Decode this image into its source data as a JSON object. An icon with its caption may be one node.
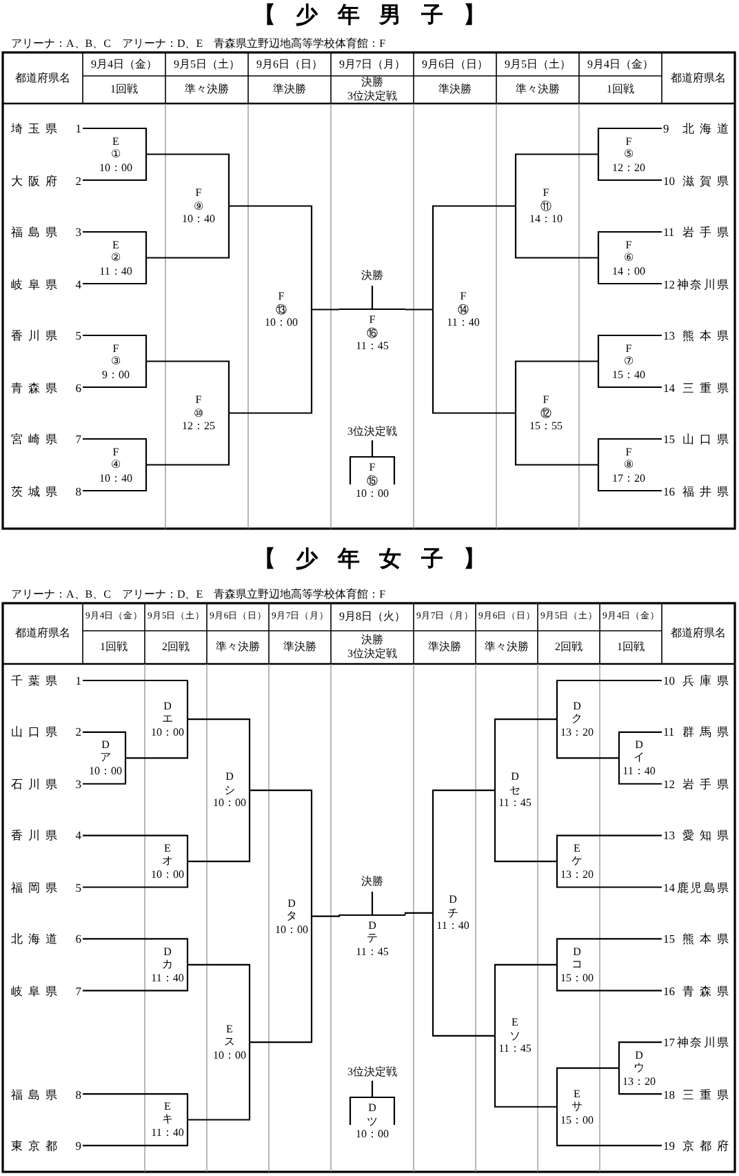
{
  "diagram": {
    "nodes": [
      {
        "text": [
          "埼玉県"
        ],
        "beside": [
          "1"
        ]
      },
      {
        "text": [
          "大阪府"
        ],
        "beside": [
          "2"
        ]
      },
      {
        "text": [
          "福島県"
        ],
        "beside": [
          "3"
        ]
      },
      {
        "text": [
          "岐阜県"
        ],
        "beside": [
          "4"
        ]
      },
      {
        "text": [
          "香川県"
        ],
        "beside": [
          "5"
        ]
      },
      {
        "text": [
          "青森県"
        ],
        "beside": [
          "6"
        ]
      },
      {
        "text": [
          "宮崎県"
        ],
        "beside": [
          "7"
        ]
      },
      {
        "text": [
          "茨城県"
        ],
        "beside": [
          "8"
        ]
      },
      {
        "text": [
          "北海道"
        ],
        "beside": [
          "9"
        ]
      },
      {
        "text": [
          "滋賀県"
        ],
        "beside": [
          "10"
        ]
      },
      {
        "text": [
          "岩手県"
        ],
        "beside": [
          "11"
        ]
      },
      {
        "text": [
          "神奈川県"
        ],
        "beside": [
          "12"
        ]
      },
      {
        "text": [
          "熊本県"
        ],
        "beside": [
          "13"
        ]
      },
      {
        "text": [
          "三重県"
        ],
        "beside": [
          "14"
        ]
      },
      {
        "text": [
          "山口県"
        ],
        "beside": [
          "15"
        ]
      },
      {
        "text": [
          "福井県"
        ],
        "beside": [
          "16"
        ]
      },
      {
        "text": [
          "E",
          "①",
          "10：00"
        ]
      },
      {
        "text": [
          "E",
          "②",
          "11：40"
        ]
      },
      {
        "text": [
          "F",
          "③",
          "9：00"
        ]
      },
      {
        "text": [
          "F",
          "④",
          "10：40"
        ]
      },
      {
        "text": [
          "F",
          "⑤",
          "12：20"
        ]
      },
      {
        "text": [
          "F",
          "⑥",
          "14：00"
        ]
      },
      {
        "text": [
          "F",
          "⑦",
          "15：40"
        ]
      },
      {
        "text": [
          "F",
          "⑧",
          "17：20"
        ]
      },
      {
        "text": [
          "F",
          "⑨",
          "10：40"
        ]
      },
      {
        "text": [
          "F",
          "⑩",
          "12：25"
        ]
      },
      {
        "text": [
          "F",
          "⑪",
          "14：10"
        ]
      },
      {
        "text": [
          "F",
          "⑫",
          "15：55"
        ]
      },
      {
        "text": [
          "F",
          "⑬",
          "10：00"
        ]
      },
      {
        "text": [
          "F",
          "⑭",
          "11：40"
        ]
      },
      {
        "text": [
          "決勝",
          "F",
          "⑯",
          "11：45"
        ]
      },
      {
        "text": [
          "3位決定戦",
          "F",
          "⑮",
          "10：00"
        ]
      },
      {
        "text": [
          "千葉県"
        ],
        "beside": [
          "1"
        ]
      },
      {
        "text": [
          "山口県"
        ],
        "beside": [
          "2"
        ]
      },
      {
        "text": [
          "石川県"
        ],
        "beside": [
          "3"
        ]
      },
      {
        "text": [
          "香川県"
        ],
        "beside": [
          "4"
        ]
      },
      {
        "text": [
          "福岡県"
        ],
        "beside": [
          "5"
        ]
      },
      {
        "text": [
          "北海道"
        ],
        "beside": [
          "6"
        ]
      },
      {
        "text": [
          "岐阜県"
        ],
        "beside": [
          "7"
        ]
      },
      {
        "text": [
          "福島県"
        ],
        "beside": [
          "8"
        ]
      },
      {
        "text": [
          "東京都"
        ],
        "beside": [
          "9"
        ]
      },
      {
        "text": [
          "兵庫県"
        ],
        "beside": [
          "10"
        ]
      },
      {
        "text": [
          "群馬県"
        ],
        "beside": [
          "11"
        ]
      },
      {
        "text": [
          "岩手県"
        ],
        "beside": [
          "12"
        ]
      },
      {
        "text": [
          "愛知県"
        ],
        "beside": [
          "13"
        ]
      },
      {
        "text": [
          "鹿児島県"
        ],
        "beside": [
          "14"
        ]
      },
      {
        "text": [
          "熊本県"
        ],
        "beside": [
          "15"
        ]
      },
      {
        "text": [
          "青森県"
        ],
        "beside": [
          "16"
        ]
      },
      {
        "text": [
          "神奈川県"
        ],
        "beside": [
          "17"
        ]
      },
      {
        "text": [
          "三重県"
        ],
        "beside": [
          "18"
        ]
      },
      {
        "text": [
          "京都府"
        ],
        "beside": [
          "19"
        ]
      },
      {
        "text": [
          "D",
          "ア",
          "10：00"
        ]
      },
      {
        "text": [
          "D",
          "イ",
          "11：40"
        ]
      },
      {
        "text": [
          "D",
          "ウ",
          "13：20"
        ]
      },
      {
        "text": [
          "D",
          "エ",
          "10：00"
        ]
      },
      {
        "text": [
          "E",
          "オ",
          "10：00"
        ]
      },
      {
        "text": [
          "D",
          "カ",
          "11：40"
        ]
      },
      {
        "text": [
          "E",
          "キ",
          "11：40"
        ]
      },
      {
        "text": [
          "D",
          "ク",
          "13：20"
        ]
      },
      {
        "text": [
          "E",
          "ケ",
          "13：20"
        ]
      },
      {
        "text": [
          "D",
          "コ",
          "15：00"
        ]
      },
      {
        "text": [
          "E",
          "サ",
          "15：00"
        ]
      },
      {
        "text": [
          "D",
          "シ",
          "10：00"
        ]
      },
      {
        "text": [
          "E",
          "ス",
          "10：00"
        ]
      },
      {
        "text": [
          "D",
          "セ",
          "11：45"
        ]
      },
      {
        "text": [
          "E",
          "ソ",
          "11：45"
        ]
      },
      {
        "text": [
          "D",
          "タ",
          "10：00"
        ]
      },
      {
        "text": [
          "D",
          "チ",
          "11：40"
        ]
      },
      {
        "text": [
          "決勝",
          "D",
          "テ",
          "11：45"
        ]
      },
      {
        "text": [
          "3位決定戦",
          "D",
          "ツ",
          "10：00"
        ]
      }
    ],
    "edges": [
      {
        "from": 0,
        "to": 16,
        "arrow": "none"
      },
      {
        "from": 1,
        "to": 16,
        "arrow": "none"
      },
      {
        "from": 2,
        "to": 17,
        "arrow": "none"
      },
      {
        "from": 3,
        "to": 17,
        "arrow": "none"
      },
      {
        "from": 4,
        "to": 18,
        "arrow": "none"
      },
      {
        "from": 5,
        "to": 18,
        "arrow": "none"
      },
      {
        "from": 6,
        "to": 19,
        "arrow": "none"
      },
      {
        "from": 7,
        "to": 19,
        "arrow": "none"
      },
      {
        "from": 8,
        "to": 20,
        "arrow": "none"
      },
      {
        "from": 9,
        "to": 20,
        "arrow": "none"
      },
      {
        "from": 10,
        "to": 21,
        "arrow": "none"
      },
      {
        "from": 11,
        "to": 21,
        "arrow": "none"
      },
      {
        "from": 12,
        "to": 22,
        "arrow": "none"
      },
      {
        "from": 13,
        "to": 22,
        "arrow": "none"
      },
      {
        "from": 14,
        "to": 23,
        "arrow": "none"
      },
      {
        "from": 15,
        "to": 23,
        "arrow": "none"
      },
      {
        "from": 16,
        "to": 24,
        "arrow": "none"
      },
      {
        "from": 17,
        "to": 24,
        "arrow": "none"
      },
      {
        "from": 18,
        "to": 25,
        "arrow": "none"
      },
      {
        "from": 19,
        "to": 25,
        "arrow": "none"
      },
      {
        "from": 20,
        "to": 26,
        "arrow": "none"
      },
      {
        "from": 21,
        "to": 26,
        "arrow": "none"
      },
      {
        "from": 22,
        "to": 27,
        "arrow": "none"
      },
      {
        "from": 23,
        "to": 27,
        "arrow": "none"
      },
      {
        "from": 24,
        "to": 28,
        "arrow": "none"
      },
      {
        "from": 25,
        "to": 28,
        "arrow": "none"
      },
      {
        "from": 26,
        "to": 29,
        "arrow": "none"
      },
      {
        "from": 27,
        "to": 29,
        "arrow": "none"
      },
      {
        "from": 28,
        "to": 30,
        "arrow": "none"
      },
      {
        "from": 29,
        "to": 30,
        "arrow": "none"
      },
      {
        "from": 33,
        "to": 51,
        "arrow": "none"
      },
      {
        "from": 34,
        "to": 51,
        "arrow": "none"
      },
      {
        "from": 42,
        "to": 52,
        "arrow": "none"
      },
      {
        "from": 43,
        "to": 52,
        "arrow": "none"
      },
      {
        "from": 48,
        "to": 53,
        "arrow": "none"
      },
      {
        "from": 49,
        "to": 53,
        "arrow": "none"
      },
      {
        "from": 32,
        "to": 54,
        "arrow": "none"
      },
      {
        "from": 51,
        "to": 54,
        "arrow": "none"
      },
      {
        "from": 35,
        "to": 55,
        "arrow": "none"
      },
      {
        "from": 36,
        "to": 55,
        "arrow": "none"
      },
      {
        "from": 37,
        "to": 56,
        "arrow": "none"
      },
      {
        "from": 38,
        "to": 56,
        "arrow": "none"
      },
      {
        "from": 39,
        "to": 57,
        "arrow": "none"
      },
      {
        "from": 40,
        "to": 57,
        "arrow": "none"
      },
      {
        "from": 41,
        "to": 58,
        "arrow": "none"
      },
      {
        "from": 52,
        "to": 58,
        "arrow": "none"
      },
      {
        "from": 44,
        "to": 59,
        "arrow": "none"
      },
      {
        "from": 45,
        "to": 59,
        "arrow": "none"
      },
      {
        "from": 46,
        "to": 60,
        "arrow": "none"
      },
      {
        "from": 47,
        "to": 60,
        "arrow": "none"
      },
      {
        "from": 53,
        "to": 61,
        "arrow": "none"
      },
      {
        "from": 50,
        "to": 61,
        "arrow": "none"
      },
      {
        "from": 54,
        "to": 62,
        "arrow": "none"
      },
      {
        "from": 55,
        "to": 62,
        "arrow": "none"
      },
      {
        "from": 56,
        "to": 63,
        "arrow": "none"
      },
      {
        "from": 57,
        "to": 63,
        "arrow": "none"
      },
      {
        "from": 58,
        "to": 64,
        "arrow": "none"
      },
      {
        "from": 59,
        "to": 64,
        "arrow": "none"
      },
      {
        "from": 60,
        "to": 65,
        "arrow": "none"
      },
      {
        "from": 61,
        "to": 65,
        "arrow": "none"
      },
      {
        "from": 62,
        "to": 66,
        "arrow": "none"
      },
      {
        "from": 63,
        "to": 66,
        "arrow": "none"
      },
      {
        "from": 64,
        "to": 67,
        "arrow": "none"
      },
      {
        "from": 65,
        "to": 67,
        "arrow": "none"
      },
      {
        "from": 66,
        "to": 68,
        "arrow": "none"
      },
      {
        "from": 67,
        "to": 68,
        "arrow": "none"
      }
    ],
    "labels": [
      "【少年男子】",
      "アリーナ：A、B、C　アリーナ：D、E　青森県立野辺地高等学校体育館：F",
      "都道府県名",
      "9月4日（金）",
      "9月5日（土）",
      "9月6日（日）",
      "9月7日（月）",
      "9月6日（日）",
      "9月5日（土）",
      "9月4日（金）",
      "都道府県名",
      "1回戦",
      "準々決勝",
      "準決勝",
      "決勝",
      "3位決定戦",
      "準決勝",
      "準々決勝",
      "1回戦",
      "【少年女子】",
      "アリーナ：A、B、C　アリーナ：D、E　青森県立野辺地高等学校体育館：F",
      "都道府県名",
      "9月4日（金）",
      "9月5日（土）",
      "9月6日（日）",
      "9月7日（月）",
      "9月8日（火）",
      "9月7日（月）",
      "9月6日（日）",
      "9月5日（土）",
      "9月4日（金）",
      "都道府県名",
      "1回戦",
      "2回戦",
      "準々決勝",
      "準決勝",
      "決勝",
      "3位決定戦",
      "準決勝",
      "準々決勝",
      "2回戦",
      "1回戦"
    ]
  }
}
